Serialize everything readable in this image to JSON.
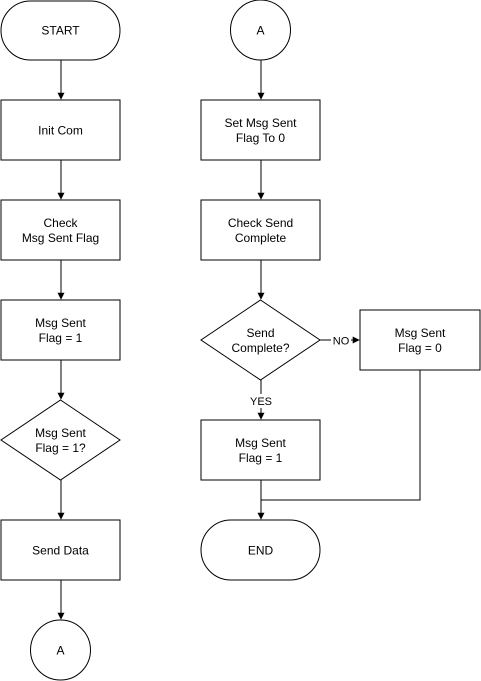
{
  "flowchart": {
    "left": {
      "start": "START",
      "init": "Init Com",
      "check": [
        "Check",
        "Msg Sent Flag"
      ],
      "set_flag": [
        "Msg Sent",
        "Flag = 1"
      ],
      "decision": [
        "Msg Sent",
        "Flag = 1?"
      ],
      "send": "Send Data",
      "connector": "A"
    },
    "right": {
      "connector": "A",
      "reset_flag": [
        "Set Msg Sent",
        "Flag To 0"
      ],
      "check_complete": [
        "Check Send",
        "Complete"
      ],
      "decision": [
        "Send",
        "Complete?"
      ],
      "no_label": "NO",
      "yes_label": "YES",
      "flag_zero": [
        "Msg Sent",
        "Flag = 0"
      ],
      "flag_one": [
        "Msg Sent",
        "Flag = 1"
      ],
      "end": "END"
    }
  }
}
